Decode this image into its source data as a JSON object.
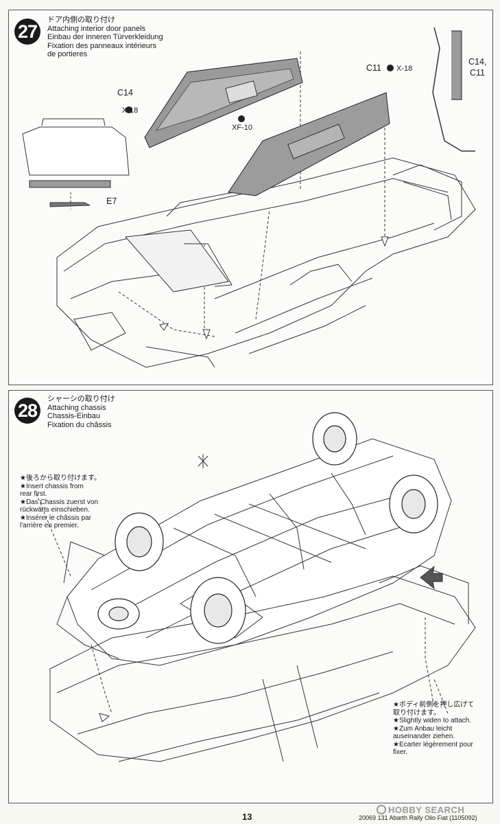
{
  "step27": {
    "number": "27",
    "title_ja": "ドア内側の取り付け",
    "title_en": "Attaching interior door panels",
    "title_de": "Einbau der inneren Türverkleidung",
    "title_fr1": "Fixation des panneaux intérieurs",
    "title_fr2": "de portieres",
    "labels": {
      "c14": "C14",
      "c14_screw": "X-18",
      "xf10": "XF-10",
      "c11": "C11",
      "c11_screw": "X-18",
      "e7": "E7",
      "c14c11_a": "C14,",
      "c14c11_b": "C11"
    }
  },
  "step28": {
    "number": "28",
    "title_ja": "シャーシの取り付け",
    "title_en": "Attaching chassis",
    "title_de": "Chassis-Einbau",
    "title_fr": "Fixation du châssis",
    "note_left": [
      "★後ろから取り付けます。",
      "★Insert chassis from",
      "rear first.",
      "★Das Chassis zuerst von",
      "rückwärts einschieben.",
      "★Insérer le châssis par",
      "l'arrière en premier."
    ],
    "note_right": [
      "★ボディ前側を押し広げて",
      "取り付けます。",
      "★Slightly widen to attach.",
      "★Zum Anbau leicht",
      "auseinander ziehen.",
      "★Ecarter légèrement pour",
      "fixer."
    ]
  },
  "footer": {
    "page": "13",
    "code": "20069  131 Abarth Rally Olio Fiat (1105092)",
    "watermark": "HOBBY SEARCH"
  }
}
